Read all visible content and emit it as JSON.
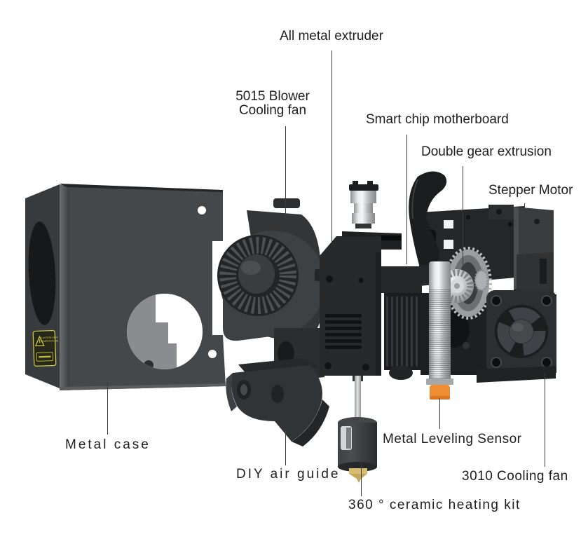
{
  "diagram": {
    "description": "Exploded view of 3D printer extruder hotend assembly",
    "labels": {
      "all_metal_extruder": "All metal extruder",
      "blower_line1": "5015 Blower",
      "blower_line2": "Cooling fan",
      "smart_chip_motherboard": "Smart chip motherboard",
      "double_gear_extrusion": "Double gear extrusion",
      "stepper_motor": "Stepper Motor",
      "metal_case": "Metal case",
      "diy_air_guide": "DIY air guide",
      "ceramic_heating_kit": "360 ° ceramic heating kit",
      "metal_leveling_sensor": "Metal Leveling Sensor",
      "cooling_fan_3010": "3010 Cooling fan"
    },
    "caution_sticker": {
      "icon": "warning-triangle",
      "line1": "CAUTION HIGH",
      "line2": "TEMPERATURE"
    },
    "colors": {
      "background": "#ffffff",
      "label_text": "#1e1e1e",
      "leader_line": "#3a3a3a",
      "part_dark": "#2b2d2f",
      "part_mid": "#45484b",
      "sticker_yellow": "#d8d23e",
      "sensor_tip_orange": "#ef8d33",
      "nozzle_brass": "#cfb467",
      "metal_silver": "#c9cbcd"
    }
  }
}
